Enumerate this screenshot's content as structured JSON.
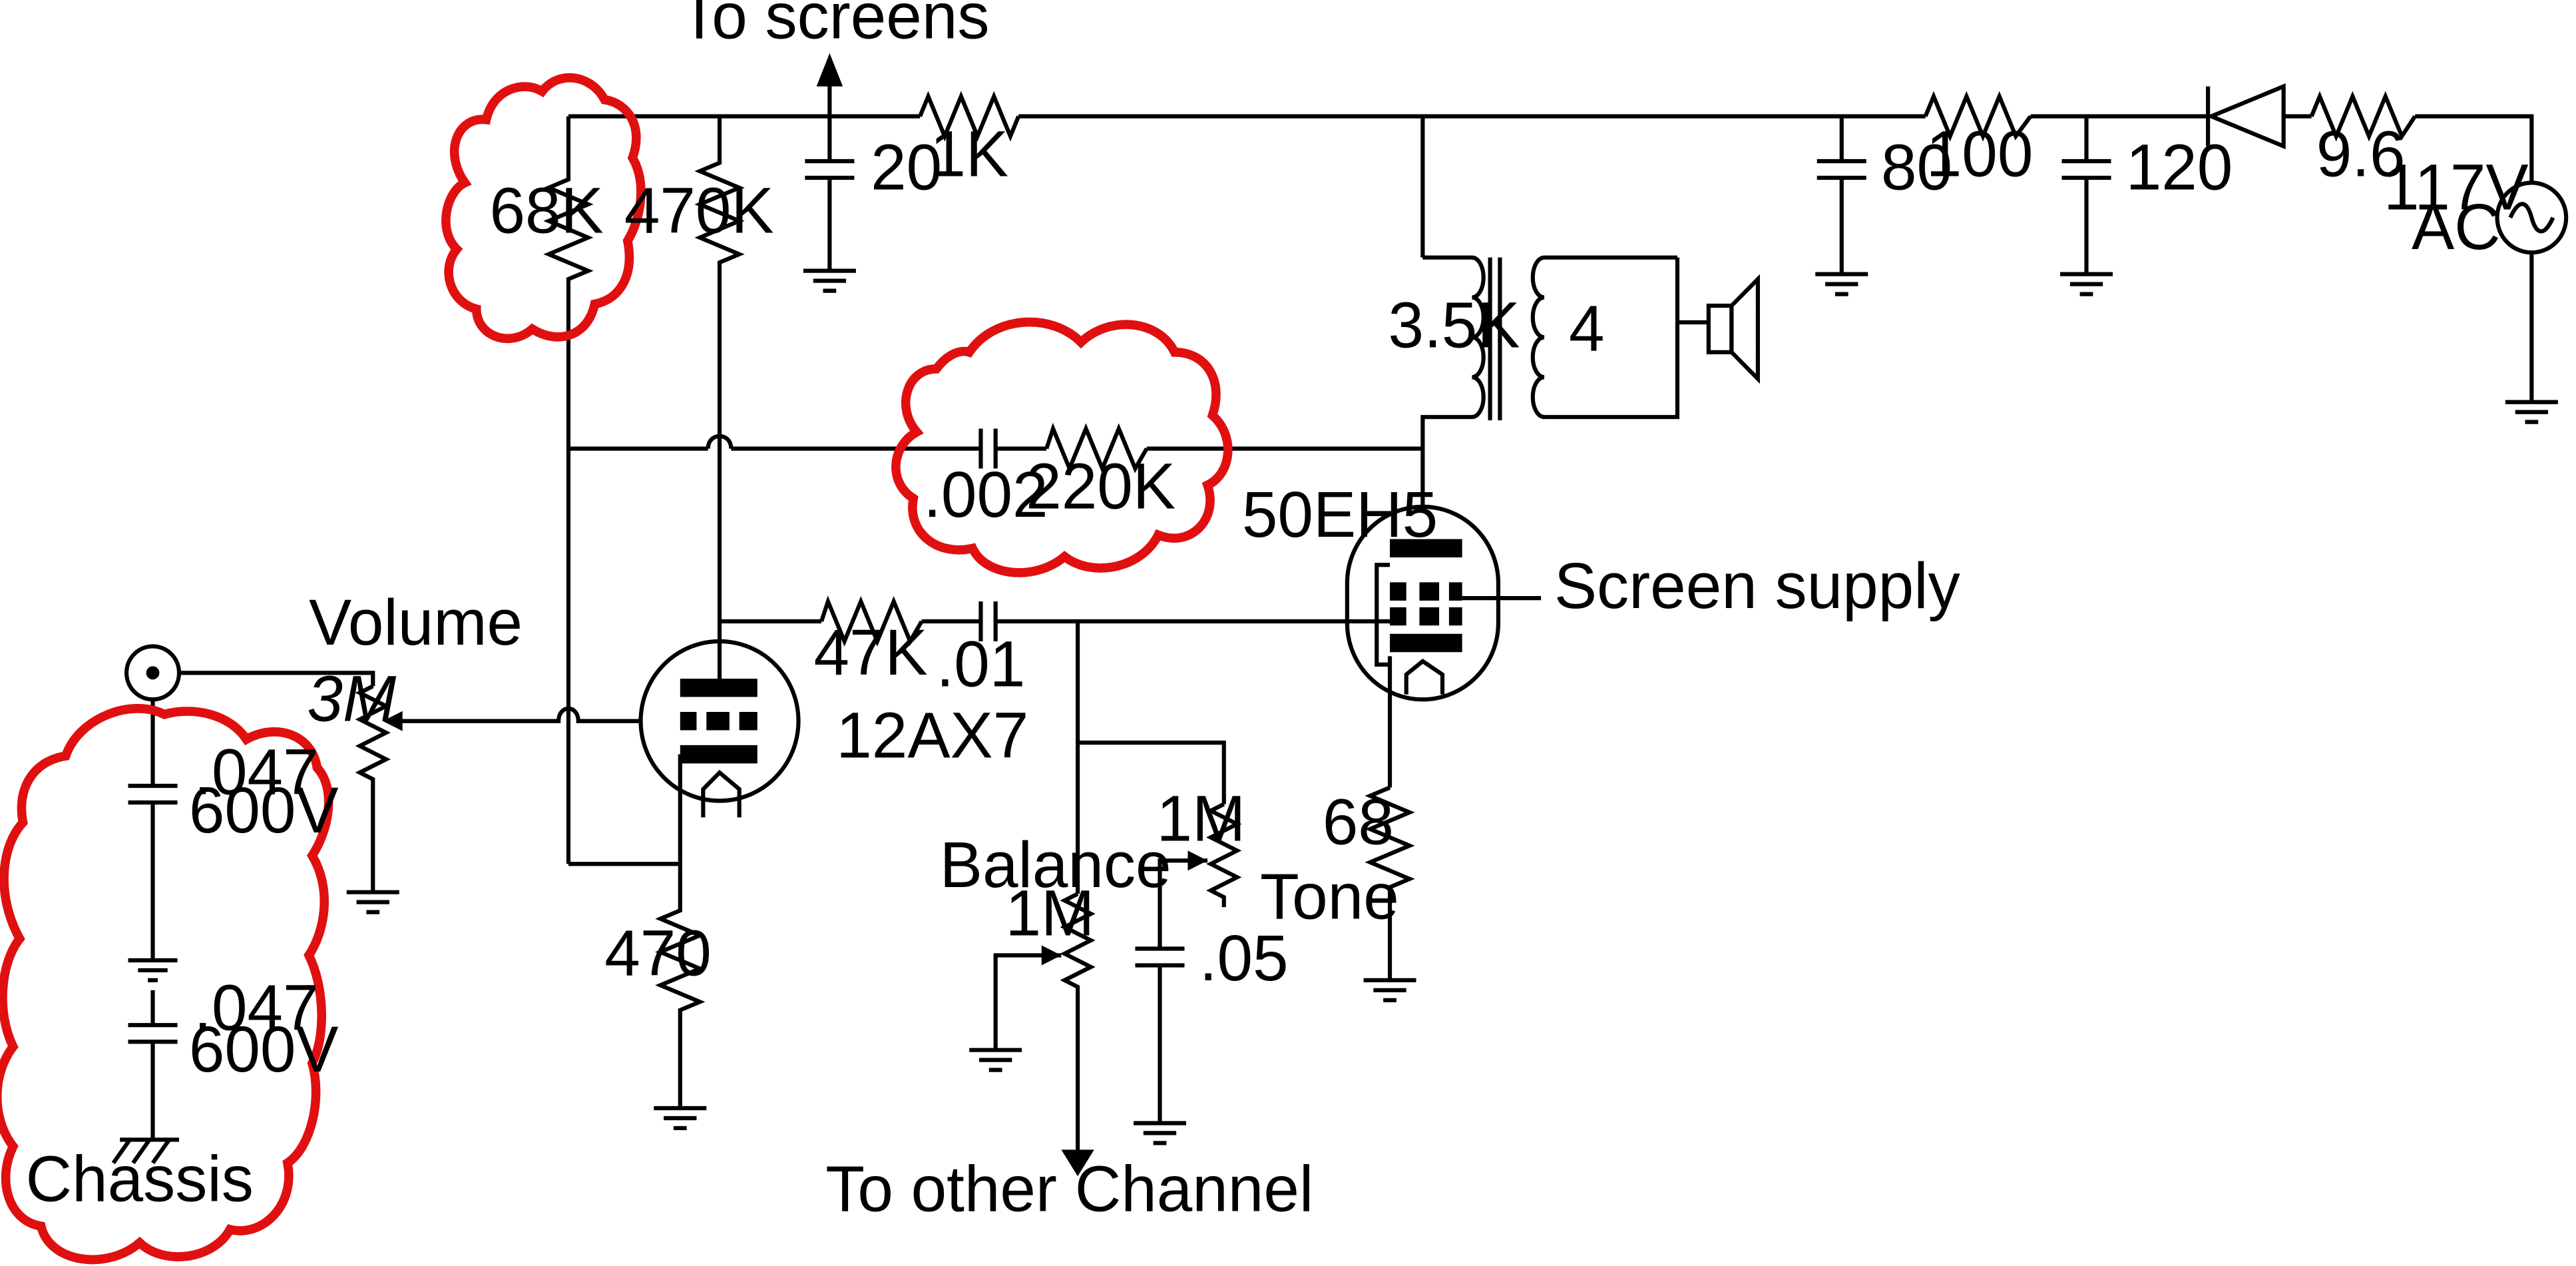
{
  "labels": {
    "to_screens": "To screens",
    "r_1k": "1K",
    "c_20": "20",
    "r_68k": "68K",
    "r_470k": "470K",
    "c_80": "80",
    "r_100": "100",
    "c_120": "120",
    "r_9_6": "9.6",
    "ac_117v": "117V",
    "ac_label": "AC",
    "xfmr_primary": "3.5K",
    "xfmr_secondary": "4",
    "c_002": ".002",
    "r_220k": "220K",
    "tube_power": "50EH5",
    "screen_supply": "Screen supply",
    "volume": "Volume",
    "vol_value": "3M",
    "r_47k": "47K",
    "c_01": ".01",
    "tube_pre": "12AX7",
    "c_047_a": ".047",
    "v_600_a": "600V",
    "c_047_b": ".047",
    "v_600_b": "600V",
    "chassis": "Chassis",
    "r_470": "470",
    "balance": "Balance",
    "bal_value": "1M",
    "tone_value": "1M",
    "tone": "Tone",
    "c_05": ".05",
    "r_68": "68",
    "to_other_channel": "To other Channel"
  },
  "colors": {
    "wire": "#000000",
    "highlight_cloud": "#e01010",
    "background": "#ffffff"
  }
}
